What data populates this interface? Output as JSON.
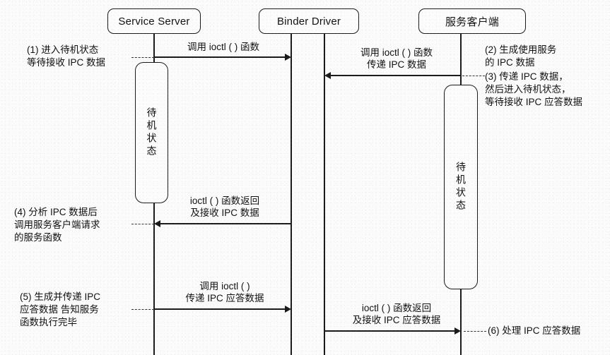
{
  "diagram": {
    "title": "Binder IPC sequence diagram",
    "participants": [
      {
        "id": "service-server",
        "label": "Service Server"
      },
      {
        "id": "binder-driver",
        "label": "Binder Driver"
      },
      {
        "id": "service-client",
        "label": "服务客户端"
      }
    ],
    "activations": [
      {
        "id": "server-standby",
        "owner": "service-server",
        "label": "待机状态"
      },
      {
        "id": "client-standby",
        "owner": "service-client",
        "label": "待机状态"
      }
    ],
    "messages": [
      {
        "id": "m1",
        "from": "service-server",
        "to": "binder-driver",
        "direction": "right",
        "label": "调用 ioctl ( ) 函数"
      },
      {
        "id": "m2",
        "from": "service-client",
        "to": "binder-driver",
        "direction": "left",
        "label": "调用 ioctl ( ) 函数\n传递 IPC 数据"
      },
      {
        "id": "m3",
        "from": "binder-driver",
        "to": "service-server",
        "direction": "left",
        "label": "ioctl ( ) 函数返回\n及接收 IPC 数据"
      },
      {
        "id": "m4",
        "from": "service-server",
        "to": "binder-driver",
        "direction": "right",
        "label": "调用 ioctl ( )\n传递 IPC 应答数据"
      },
      {
        "id": "m5",
        "from": "binder-driver",
        "to": "service-client",
        "direction": "right",
        "label": "ioctl ( ) 函数返回\n及接收 IPC 应答数据"
      }
    ],
    "notes": [
      {
        "id": "n1",
        "number": "(1)",
        "text": "(1) 进入待机状态\n等待接收 IPC 数据",
        "side": "left"
      },
      {
        "id": "n2",
        "number": "(2)",
        "text": "(2) 生成使用服务\n的 IPC 数据",
        "side": "right"
      },
      {
        "id": "n3",
        "number": "(3)",
        "text": "(3) 传递 IPC 数据，\n然后进入待机状态，\n等待接收 IPC 应答数据",
        "side": "right"
      },
      {
        "id": "n4",
        "number": "(4)",
        "text": "(4) 分析 IPC 数据后\n调用服务客户端请求\n的服务函数",
        "side": "left"
      },
      {
        "id": "n5",
        "number": "(5)",
        "text": "(5) 生成并传递 IPC\n应答数据 告知服务\n函数执行完毕",
        "side": "left"
      },
      {
        "id": "n6",
        "number": "(6)",
        "text": "(6) 处理 IPC 应答数据",
        "side": "right"
      }
    ],
    "colors": {
      "stroke": "#1a1a1a",
      "background": "#fbfbfb",
      "text": "#111111"
    }
  }
}
